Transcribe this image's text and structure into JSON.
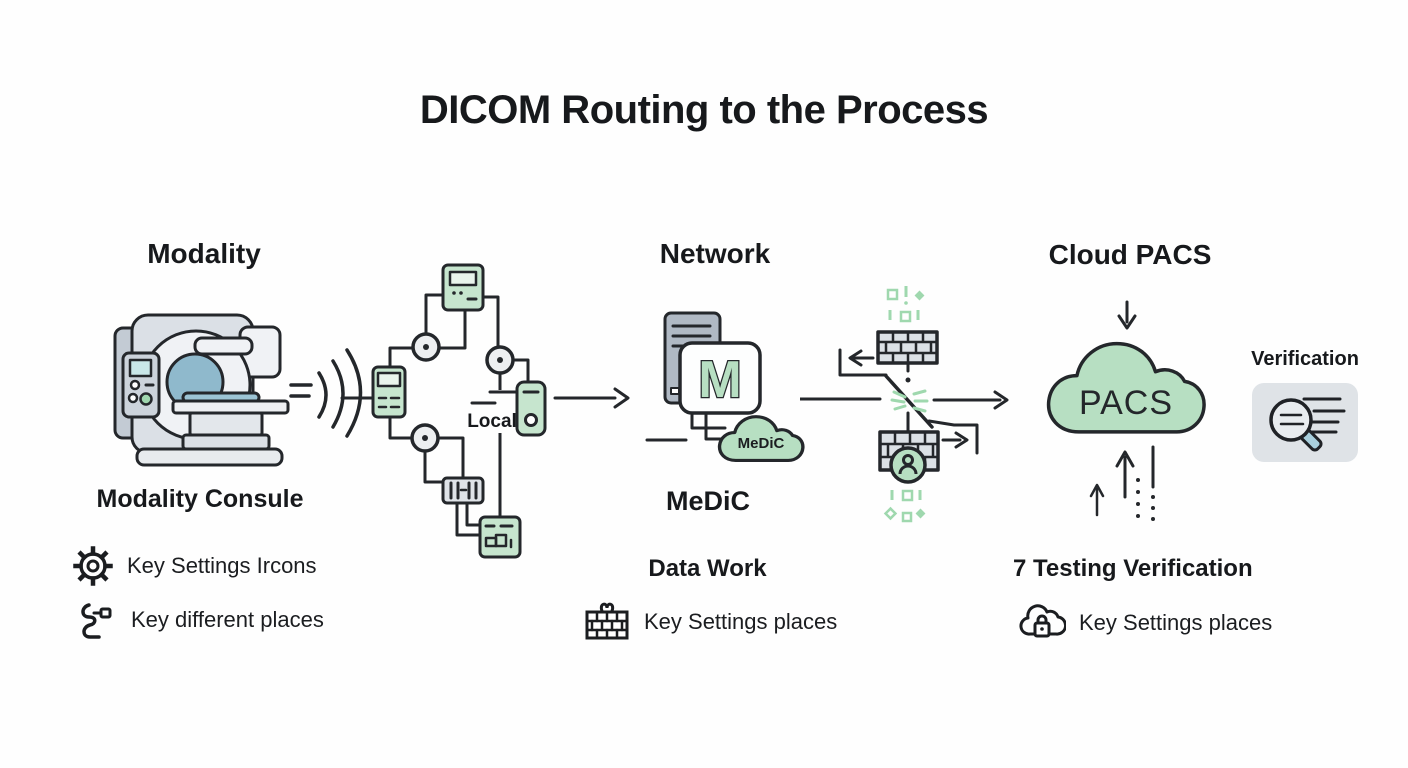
{
  "title": "DICOM Routing to the Process",
  "colors": {
    "ink": "#24272b",
    "green_fill": "#b7dfc2",
    "green_soft": "#9fd8ae",
    "device_green": "#c6e5ce",
    "gray_fill": "#dce1e6",
    "slate": "#b0b9c4",
    "bore_blue": "#8fb9cc",
    "handle_teal": "#a8cfdd",
    "panel_bg": "#dfe3e7"
  },
  "modality": {
    "heading": "Modality",
    "caption": "Modality Consule",
    "bullets": [
      {
        "icon": "gear-icon",
        "label": "Key Settings Ircons"
      },
      {
        "icon": "route-icon",
        "label": "Key different places"
      }
    ]
  },
  "topology": {
    "local_label": "Local"
  },
  "network": {
    "heading": "Network",
    "m_letter": "M",
    "cloud_label": "MeDiC",
    "caption": "MeDiC",
    "subheading": "Data Work",
    "bullet": {
      "icon": "brick-wall-icon",
      "label": "Key Settings places"
    }
  },
  "cloud_pacs": {
    "heading": "Cloud PACS",
    "cloud_text": "PACS",
    "subheading": "7 Testing Verification",
    "bullet": {
      "icon": "cloud-lock-icon",
      "label": "Key Settings places"
    }
  },
  "verification": {
    "label": "Verification"
  }
}
